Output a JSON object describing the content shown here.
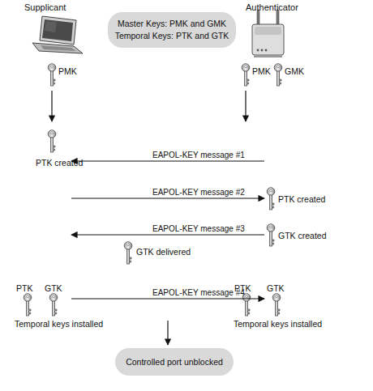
{
  "diagram": {
    "nodes": [
      {
        "text": [
          "Master Keys: PMK and GMK",
          "Temporal Keys: PTK and GTK"
        ]
      },
      {
        "text": [
          "Controlled port unblocked"
        ]
      }
    ],
    "labels": [
      "Supplicant",
      "Authenticator",
      "PMK",
      "PMK",
      "GMK",
      "EAPOL-KEY message #1",
      "PTK created",
      "EAPOL-KEY message #2",
      "PTK created",
      "EAPOL-KEY message #3",
      "GTK created",
      "GTK delivered",
      "PTK",
      "GTK",
      "PTK",
      "GTK",
      "EAPOL-KEY message #4",
      "Temporal keys installed",
      "Temporal keys installed"
    ]
  }
}
